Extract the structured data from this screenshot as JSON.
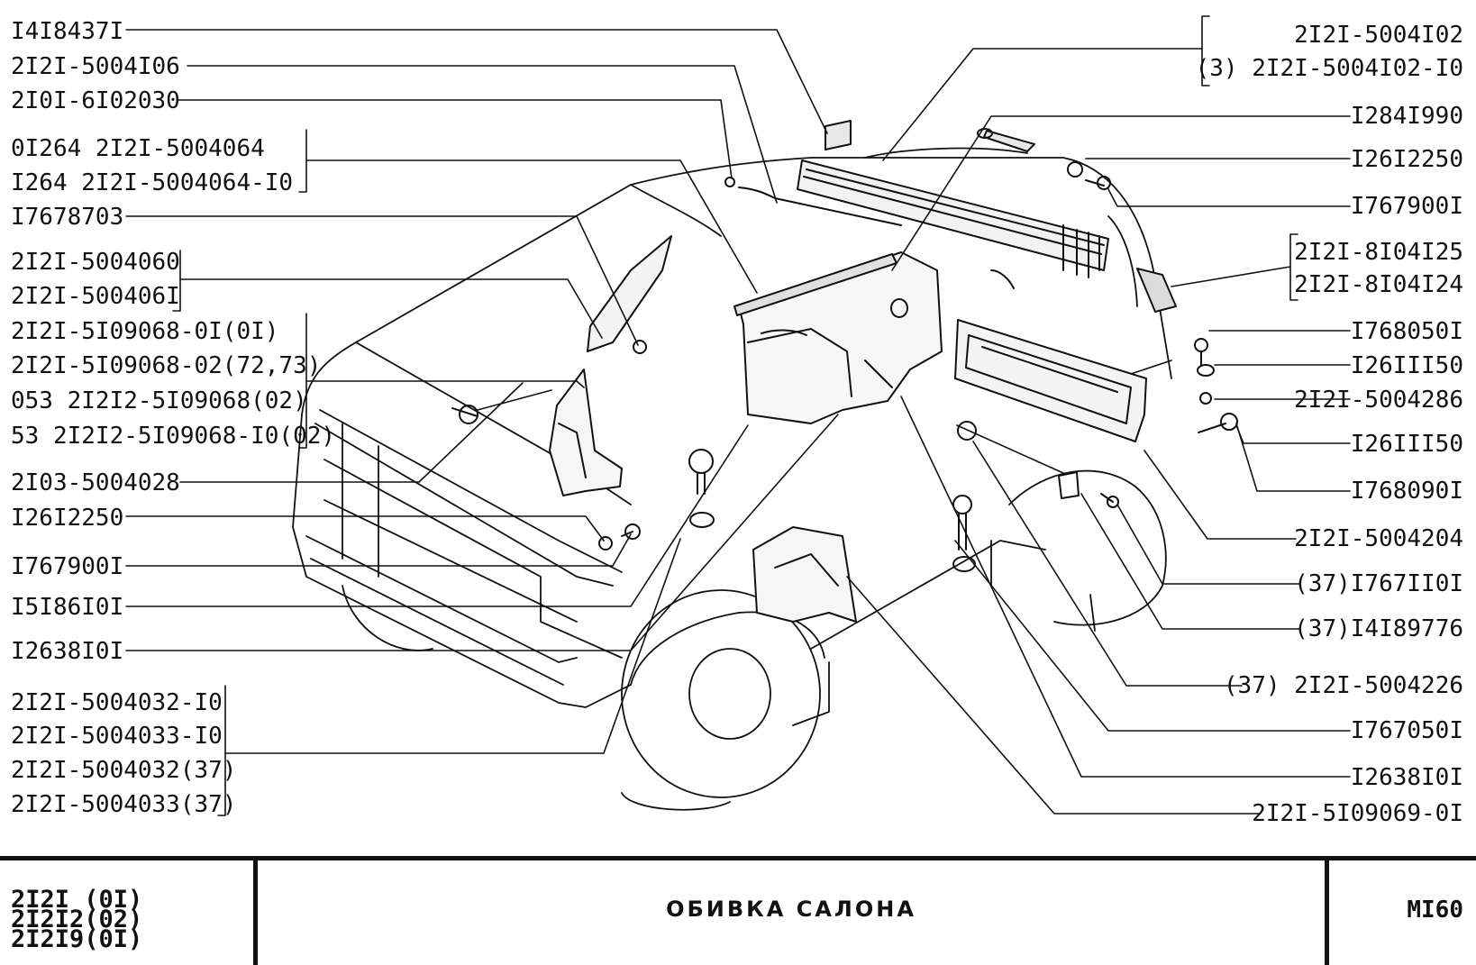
{
  "callouts_left": [
    "I4I8437I",
    "2I2I-5004I06",
    "2I0I-6I02030",
    "0I264 2I2I-5004064",
    "I264  2I2I-5004064-I0",
    "I7678703",
    "2I2I-5004060",
    "2I2I-500406I",
    "2I2I-5I09068-0I(0I)",
    "2I2I-5I09068-02(72,73)",
    "053 2I2I2-5I09068(02)",
    "53 2I2I2-5I09068-I0(02)",
    "2I03-5004028",
    "I26I2250",
    "I767900I",
    "I5I86I0I",
    "I2638I0I",
    "2I2I-5004032-I0",
    "2I2I-5004033-I0",
    "2I2I-5004032(37)",
    "2I2I-5004033(37)"
  ],
  "callouts_right": [
    "2I2I-5004I02",
    "(3) 2I2I-5004I02-I0",
    "I284I990",
    "I26I2250",
    "I767900I",
    "2I2I-8I04I25",
    "2I2I-8I04I24",
    "I768050I",
    "I26III50",
    "2I2I-5004286",
    "I26III50",
    "I768090I",
    "2I2I-5004204",
    "(37)I767II0I",
    "(37)I4I89776",
    "(37) 2I2I-5004226",
    "I767050I",
    "I2638I0I",
    "2I2I-5I09069-0I"
  ],
  "title_block": {
    "models": [
      "2I2I (0I)",
      "2I2I2(02)",
      "2I2I9(0I)"
    ],
    "title": "ОБИВКА САЛОНА",
    "sheet": "MI60"
  }
}
